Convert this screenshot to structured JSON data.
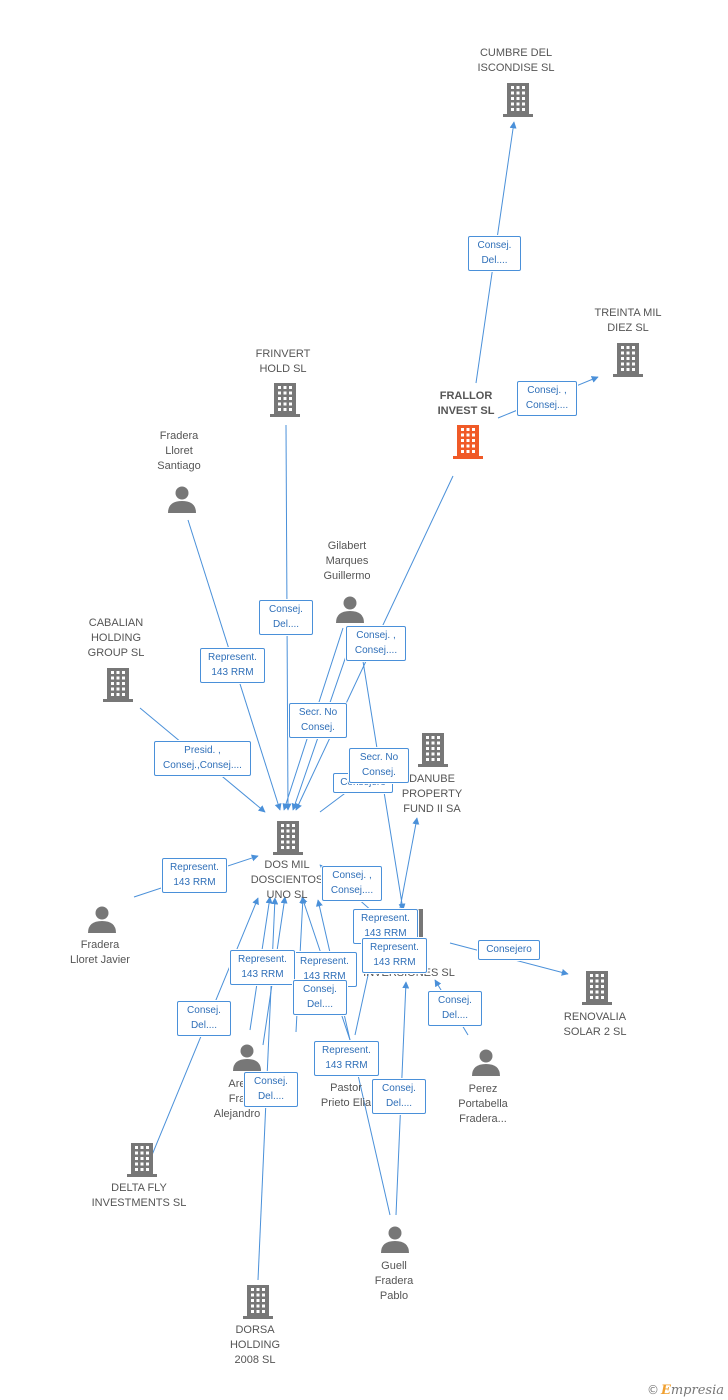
{
  "colors": {
    "edge": "#4a90d9",
    "company_icon": "#777777",
    "focus_icon": "#f05a28",
    "person_icon": "#777777"
  },
  "nodes": {
    "cumbre": {
      "label": "CUMBRE DEL\nISCONDISE SL",
      "kind": "company"
    },
    "treinta": {
      "label": "TREINTA MIL\nDIEZ SL",
      "kind": "company"
    },
    "frallor": {
      "label": "FRALLOR\nINVEST SL",
      "kind": "focus"
    },
    "frinvert": {
      "label": "FRINVERT\nHOLD SL",
      "kind": "company"
    },
    "fradera_santiago": {
      "label": "Fradera\nLloret\nSantiago",
      "kind": "person"
    },
    "gilabert": {
      "label": "Gilabert\nMarques\nGuillermo",
      "kind": "person"
    },
    "cabalian": {
      "label": "CABALIAN\nHOLDING\nGROUP SL",
      "kind": "company"
    },
    "danube": {
      "label": "DANUBE\nPROPERTY\nFUND II SA",
      "kind": "company"
    },
    "dosmil": {
      "label": "DOS MIL\nDOSCIENTOS\nUNO SL",
      "kind": "company"
    },
    "fradera_javier": {
      "label": "Fradera\nLloret Javier",
      "kind": "person"
    },
    "de_inversiones": {
      "label": "DE\nINVERSIONES SL",
      "kind": "company"
    },
    "renovalia": {
      "label": "RENOVALIA\nSOLAR 2 SL",
      "kind": "company"
    },
    "arenas": {
      "label": "Are\nFra\nAlejandro",
      "kind": "person"
    },
    "pastor": {
      "label": "Pastor\nPrieto Elia",
      "kind": "person"
    },
    "perez": {
      "label": "Perez\nPortabella\nFradera...",
      "kind": "person"
    },
    "delta": {
      "label": "DELTA FLY\nINVESTMENTS SL",
      "kind": "company"
    },
    "guell": {
      "label": "Guell\nFradera\nPablo",
      "kind": "person"
    },
    "dorsa": {
      "label": "DORSA\nHOLDING\n2008 SL",
      "kind": "company"
    }
  },
  "relations": [
    {
      "id": "r1",
      "text": "Consej.\nDel...."
    },
    {
      "id": "r2",
      "text": "Consej. ,\nConsej...."
    },
    {
      "id": "r3",
      "text": "Consej.\nDel...."
    },
    {
      "id": "r4",
      "text": "Consej. ,\nConsej...."
    },
    {
      "id": "r5",
      "text": "Represent.\n143 RRM"
    },
    {
      "id": "r6",
      "text": "Secr.  No\nConsej."
    },
    {
      "id": "r7",
      "text": "Presid. ,\nConsej.,Consej...."
    },
    {
      "id": "r8",
      "text": "Consejero"
    },
    {
      "id": "r9",
      "text": "Secr.  No\nConsej."
    },
    {
      "id": "r10",
      "text": "Represent.\n143 RRM"
    },
    {
      "id": "r11",
      "text": "Consej. ,\nConsej...."
    },
    {
      "id": "r12",
      "text": "Represent.\n143 RRM"
    },
    {
      "id": "r13",
      "text": "Represent.\n143 RRM"
    },
    {
      "id": "r14",
      "text": "Consejero"
    },
    {
      "id": "r15",
      "text": "Represent.\n143 RRM"
    },
    {
      "id": "r16",
      "text": "Represent.\n143 RRM"
    },
    {
      "id": "r17",
      "text": "Consej.\nDel...."
    },
    {
      "id": "r18",
      "text": "Consej.\nDel...."
    },
    {
      "id": "r19",
      "text": "Consej.\nDel...."
    },
    {
      "id": "r20",
      "text": "Represent.\n143 RRM"
    },
    {
      "id": "r21",
      "text": "Consej.\nDel...."
    },
    {
      "id": "r22",
      "text": "Consej.\nDel...."
    }
  ],
  "footer": {
    "copyright": "©",
    "brand_first": "E",
    "brand_rest": "mpresia"
  }
}
